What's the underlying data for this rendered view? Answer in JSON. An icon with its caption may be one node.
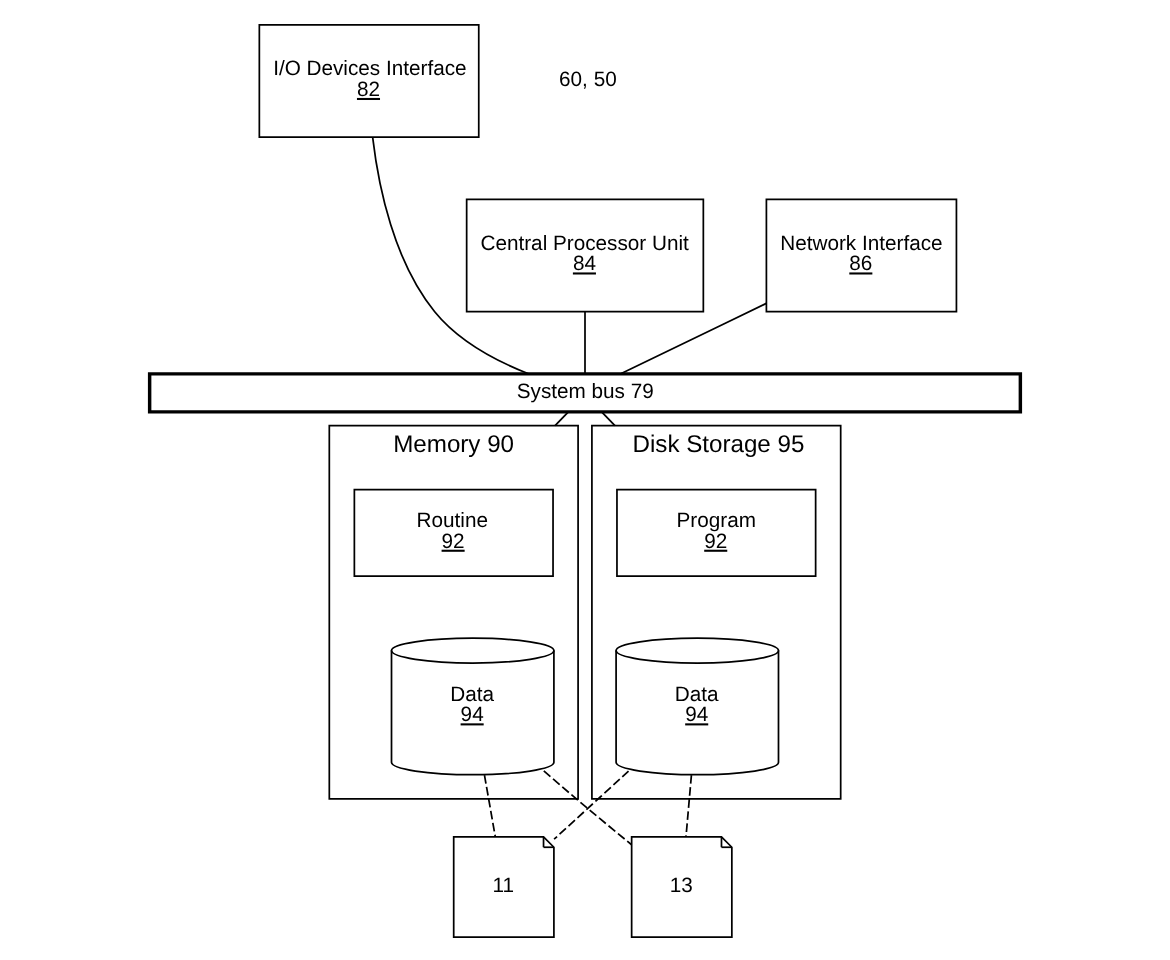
{
  "diagram": {
    "nodes": [
      {
        "text": [
          "I/O Devices Interface",
          "82"
        ]
      },
      {
        "text": [
          "Central Processor Unit",
          "84"
        ]
      },
      {
        "text": [
          "Network Interface",
          "86"
        ]
      },
      {
        "text": [
          "System bus 79"
        ]
      },
      {
        "text": [
          "Memory 90"
        ]
      },
      {
        "text": [
          "Routine",
          "92"
        ],
        "in": 4
      },
      {
        "text": [
          "Data",
          "94"
        ],
        "in": 4
      },
      {
        "text": [
          "Disk Storage 95"
        ]
      },
      {
        "text": [
          "Program",
          "92"
        ],
        "in": 7
      },
      {
        "text": [
          "Data",
          "94"
        ],
        "in": 7
      },
      {
        "text": [
          "11"
        ]
      },
      {
        "text": [
          "13"
        ]
      }
    ],
    "edges": [
      {
        "from": 0,
        "to": 3,
        "arrow": "none"
      },
      {
        "from": 1,
        "to": 3,
        "arrow": "none"
      },
      {
        "from": 2,
        "to": 3,
        "arrow": "none"
      },
      {
        "from": 3,
        "to": 4,
        "arrow": "none"
      },
      {
        "from": 3,
        "to": 7,
        "arrow": "none"
      },
      {
        "from": 6,
        "to": 10,
        "arrow": "none",
        "style": "dashed"
      },
      {
        "from": 6,
        "to": 11,
        "arrow": "none",
        "style": "dashed"
      },
      {
        "from": 9,
        "to": 10,
        "arrow": "none",
        "style": "dashed"
      },
      {
        "from": 9,
        "to": 11,
        "arrow": "none",
        "style": "dashed"
      }
    ],
    "labels": [
      "60, 50"
    ]
  }
}
